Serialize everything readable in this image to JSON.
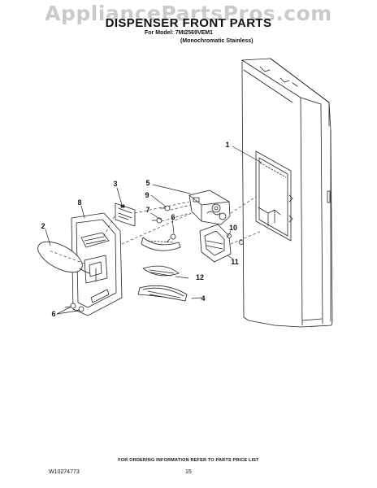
{
  "header": {
    "watermark": "AppliancePartsPros.com",
    "title": "DISPENSER FRONT PARTS",
    "model_line": "For Model: 7MI2569VEM1",
    "variant_line": "(Monochromatic Stainless)"
  },
  "callouts": {
    "c1": "1",
    "c2": "2",
    "c3": "3",
    "c4": "4",
    "c5": "5",
    "c6a": "6",
    "c6b": "6",
    "c7": "7",
    "c8": "8",
    "c9": "9",
    "c10": "10",
    "c11": "11",
    "c12": "12"
  },
  "footer": {
    "ordering_note": "FOR ORDERING INFORMATION REFER TO PARTS PRICE LIST",
    "document_number": "W10274773",
    "page_number": "15"
  }
}
